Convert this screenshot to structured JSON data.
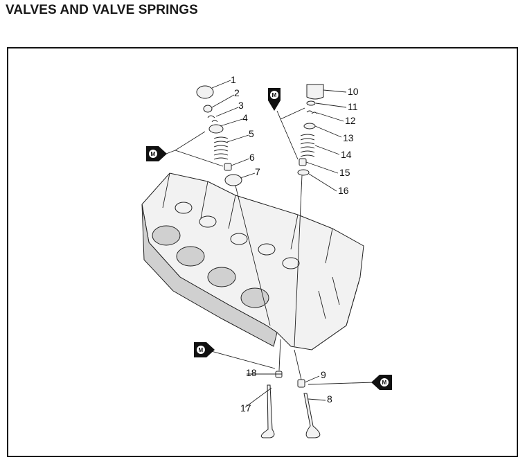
{
  "title": "VALVES AND VALVE SPRINGS",
  "diagram": {
    "callouts": [
      "1",
      "2",
      "3",
      "4",
      "5",
      "6",
      "7",
      "8",
      "9",
      "10",
      "11",
      "12",
      "13",
      "14",
      "15",
      "16",
      "17",
      "18"
    ],
    "lubricant_symbol": "M"
  }
}
